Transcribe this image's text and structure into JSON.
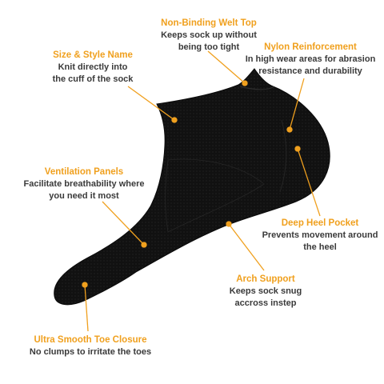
{
  "accent_color": "#f0a01e",
  "text_color": "#3a3a3a",
  "product": {
    "name_icon": "black-ankle-sock-image"
  },
  "callouts": [
    {
      "title": "Non-Binding Welt Top",
      "desc1": "Keeps sock up without",
      "desc2": "being too tight"
    },
    {
      "title": "Size & Style Name",
      "desc1": "Knit directly into",
      "desc2": "the cuff of the sock"
    },
    {
      "title": "Nylon Reinforcement",
      "desc1": "In high wear areas for abrasion",
      "desc2": "resistance and durability"
    },
    {
      "title": "Ventilation Panels",
      "desc1": "Facilitate breathability where",
      "desc2": "you need it most"
    },
    {
      "title": "Deep Heel Pocket",
      "desc1": "Prevents movement around",
      "desc2": "the heel"
    },
    {
      "title": "Arch Support",
      "desc1": "Keeps sock snug",
      "desc2": "accross instep"
    },
    {
      "title": "Ultra Smooth Toe Closure",
      "desc1": "No clumps to irritate the toes",
      "desc2": ""
    }
  ]
}
